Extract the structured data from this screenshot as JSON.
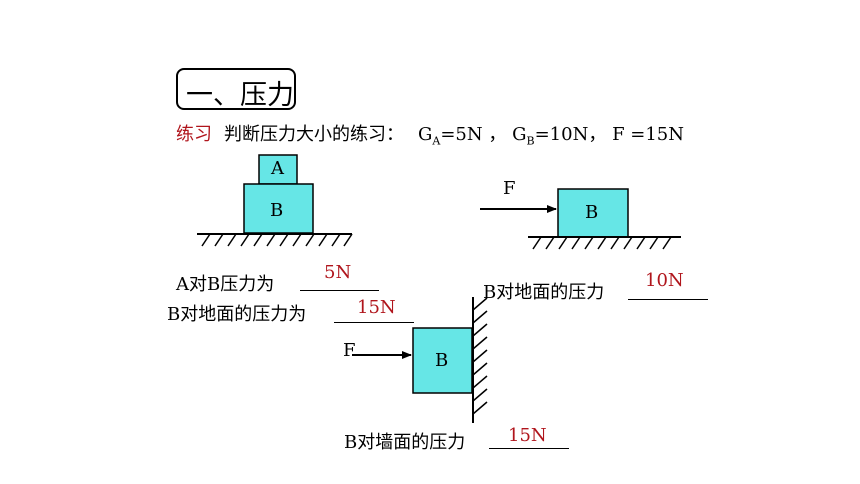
{
  "slide": {
    "title": "一、压力",
    "exercise_tag": "练习",
    "exercise_text": "判断压力大小的练习：",
    "givens": {
      "ga_symbol": "G",
      "ga_sub": "A",
      "ga_value": "=5N ，",
      "gb_symbol": "G",
      "gb_sub": "B",
      "gb_value": "=10N，",
      "f_value": "F =15N"
    }
  },
  "diagram1": {
    "block_a_label": "A",
    "block_b_label": "B",
    "q1_label": "A对B压力为",
    "q1_answer": "5N",
    "q2_label": "B对地面的压力为",
    "q2_answer": "15N"
  },
  "diagram2": {
    "force_label": "F",
    "block_label": "B",
    "q_label": "B对地面的压力",
    "q_answer": "10N"
  },
  "diagram3": {
    "force_label": "F",
    "block_label": "B",
    "q_label": "B对墙面的压力",
    "q_answer": "15N"
  },
  "colors": {
    "block_fill": "#66e6e6",
    "answer": "#b0151c"
  }
}
